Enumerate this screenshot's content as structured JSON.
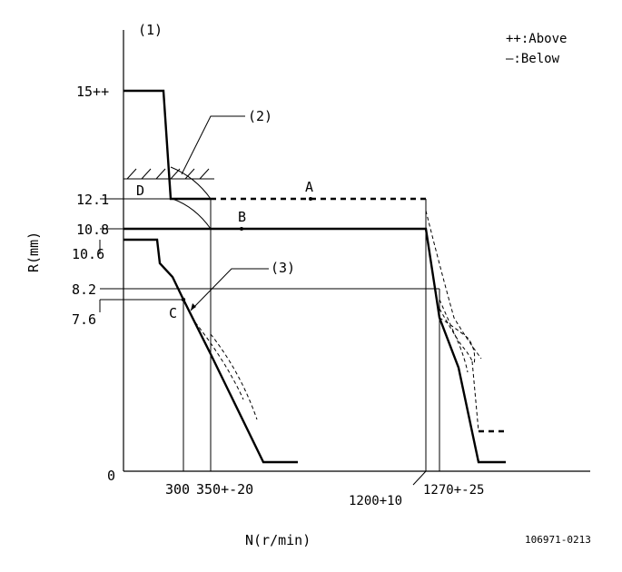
{
  "labels": {
    "figure_number": "(1)",
    "legend_above": "++:Above",
    "legend_below": "—:Below",
    "y_axis": "R(mm)",
    "x_axis": "N(r/min)",
    "doc_code": "106971-0213",
    "callout_2": "(2)",
    "callout_3": "(3)",
    "point_a": "A",
    "point_b": "B",
    "point_c": "C",
    "point_d": "D"
  },
  "y_ticks": {
    "t15": "15++",
    "t12_1": "12.1",
    "t10_8": "10.8",
    "t10_6": "10.6",
    "t8_2": "8.2",
    "t7_6": "7.6",
    "t0": "0"
  },
  "x_ticks": {
    "t300": "300",
    "t350": "350+-20",
    "t1200": "1200+10",
    "t1270": "1270+-25"
  }
}
